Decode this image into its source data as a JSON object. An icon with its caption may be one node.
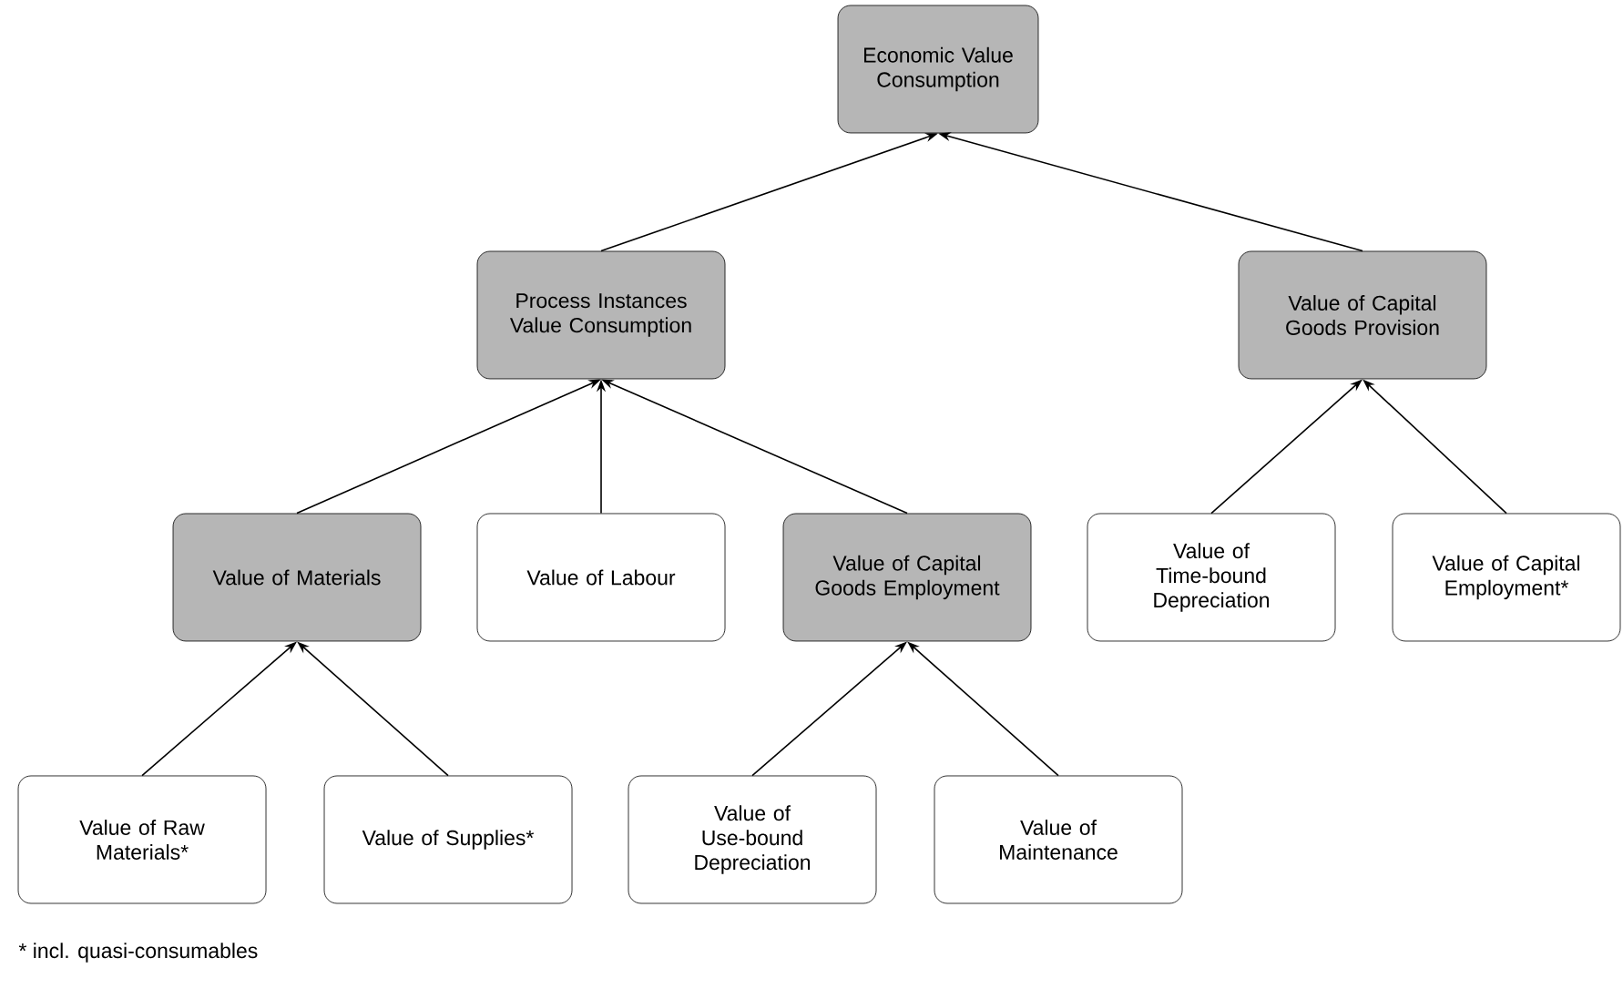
{
  "diagram": {
    "nodes": [
      {
        "text": [
          "Economic Value Consumption"
        ]
      },
      {
        "text": [
          "Process Instances Value Consumption"
        ]
      },
      {
        "text": [
          "Value of Capital Goods Provision"
        ]
      },
      {
        "text": [
          "Value of Materials"
        ]
      },
      {
        "text": [
          "Value of Labour"
        ]
      },
      {
        "text": [
          "Value of Capital Goods Employment"
        ]
      },
      {
        "text": [
          "Value of Time-bound Depreciation"
        ]
      },
      {
        "text": [
          "Value of Capital Employment*"
        ]
      },
      {
        "text": [
          "Value of Raw Materials*"
        ]
      },
      {
        "text": [
          "Value of Supplies*"
        ]
      },
      {
        "text": [
          "Value of Use-bound Depreciation"
        ]
      },
      {
        "text": [
          "Value of Maintenance"
        ]
      }
    ],
    "edges": [
      {
        "from": 1,
        "to": 0,
        "arrow": "to"
      },
      {
        "from": 2,
        "to": 0,
        "arrow": "to"
      },
      {
        "from": 3,
        "to": 1,
        "arrow": "to"
      },
      {
        "from": 4,
        "to": 1,
        "arrow": "to"
      },
      {
        "from": 5,
        "to": 1,
        "arrow": "to"
      },
      {
        "from": 6,
        "to": 2,
        "arrow": "to"
      },
      {
        "from": 7,
        "to": 2,
        "arrow": "to"
      },
      {
        "from": 8,
        "to": 3,
        "arrow": "to"
      },
      {
        "from": 9,
        "to": 3,
        "arrow": "to"
      },
      {
        "from": 10,
        "to": 5,
        "arrow": "to"
      },
      {
        "from": 11,
        "to": 5,
        "arrow": "to"
      }
    ],
    "labels": [
      "* incl. quasi-consumables"
    ]
  }
}
